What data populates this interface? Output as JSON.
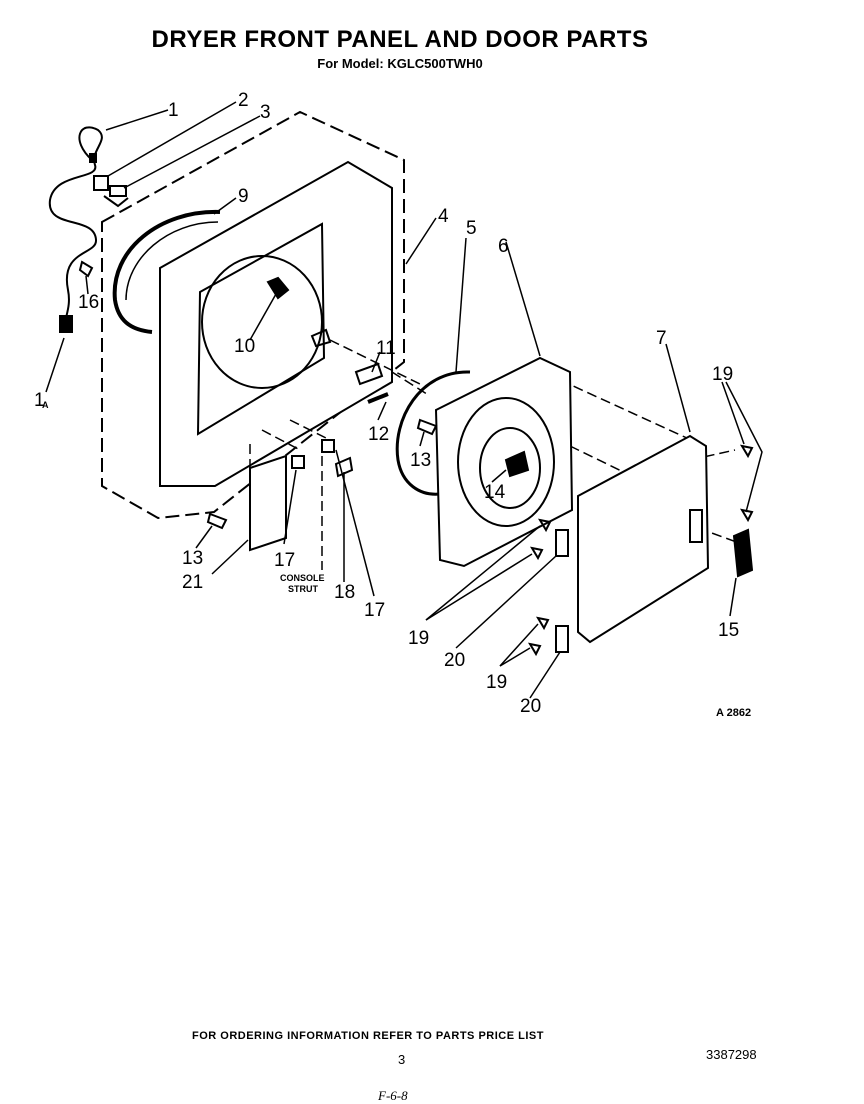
{
  "header": {
    "title": "DRYER FRONT PANEL AND DOOR PARTS",
    "subtitle": "For Model: KGLC500TWH0"
  },
  "callouts": [
    {
      "id": "c1",
      "text": "1"
    },
    {
      "id": "c2",
      "text": "2"
    },
    {
      "id": "c3",
      "text": "3"
    },
    {
      "id": "c4",
      "text": "4"
    },
    {
      "id": "c5",
      "text": "5"
    },
    {
      "id": "c6",
      "text": "6"
    },
    {
      "id": "c7",
      "text": "7"
    },
    {
      "id": "c9",
      "text": "9"
    },
    {
      "id": "c10",
      "text": "10"
    },
    {
      "id": "c11",
      "text": "11"
    },
    {
      "id": "c12",
      "text": "12"
    },
    {
      "id": "c13a",
      "text": "13"
    },
    {
      "id": "c13b",
      "text": "13"
    },
    {
      "id": "c14",
      "text": "14"
    },
    {
      "id": "c15",
      "text": "15"
    },
    {
      "id": "c16",
      "text": "16"
    },
    {
      "id": "c17a",
      "text": "17"
    },
    {
      "id": "c17b",
      "text": "17"
    },
    {
      "id": "c18",
      "text": "18"
    },
    {
      "id": "c19a",
      "text": "19"
    },
    {
      "id": "c19b",
      "text": "19"
    },
    {
      "id": "c19c",
      "text": "19"
    },
    {
      "id": "c20a",
      "text": "20"
    },
    {
      "id": "c20b",
      "text": "20"
    },
    {
      "id": "c21",
      "text": "21"
    },
    {
      "id": "c1a",
      "text": "1",
      "suffix": "A"
    }
  ],
  "labels": {
    "console": "CONSOLE",
    "strut": "STRUT",
    "figure_code": "A 2862"
  },
  "footer": {
    "ordering": "FOR ORDERING INFORMATION REFER TO PARTS PRICE LIST",
    "page_number": "3",
    "document_number": "3387298",
    "handwriting": "F-6-8"
  }
}
